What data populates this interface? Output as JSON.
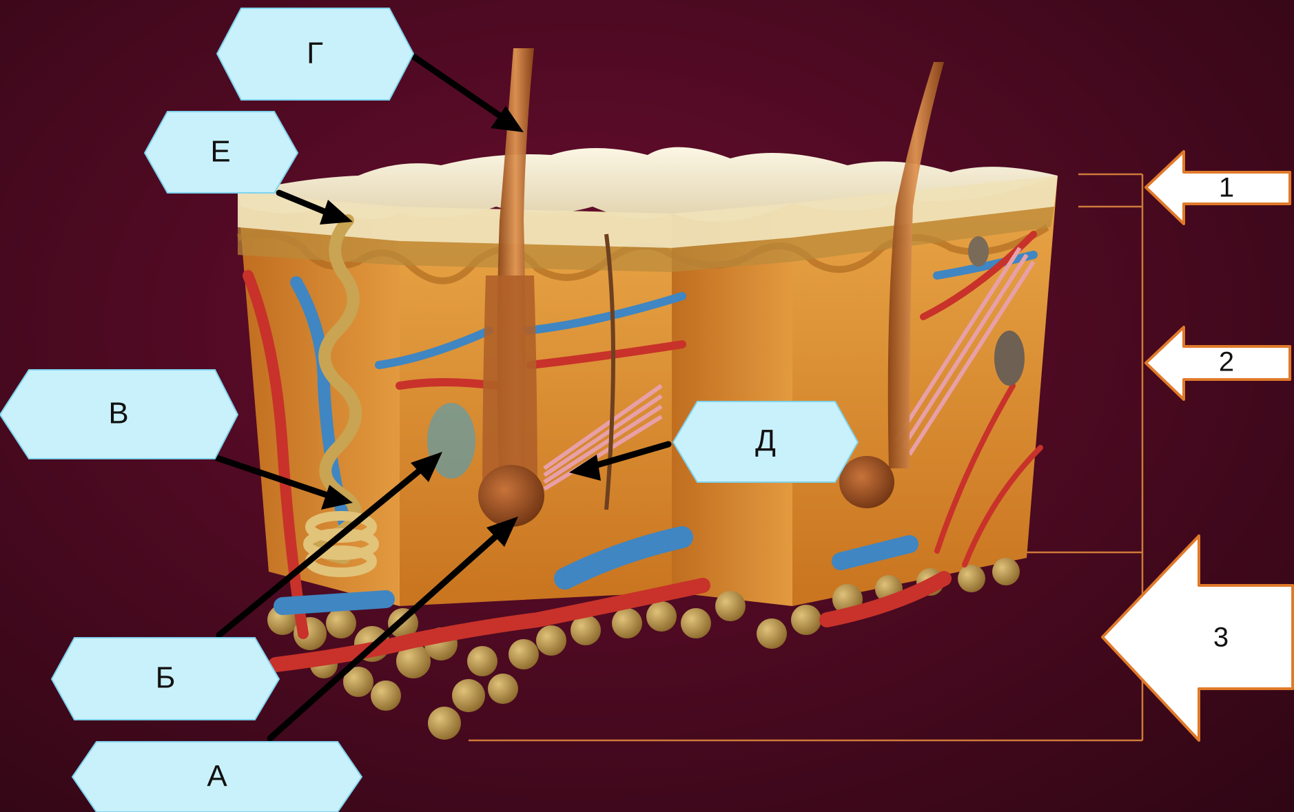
{
  "labels": {
    "G": "Г",
    "E": "Е",
    "V": "В",
    "D": "Д",
    "B": "Б",
    "A": "А"
  },
  "layers": {
    "one": "1",
    "two": "2",
    "three": "3"
  },
  "colors": {
    "background": "#5a0b28",
    "label_fill": "#c9f1fb",
    "epidermis": "#efe3c4",
    "dermis": "#d9892e",
    "hypodermis_fat": "#b89048",
    "artery": "#c8322a",
    "vein": "#3f86c2",
    "hair": "#b8642a",
    "bracket": "#d07a3a"
  }
}
